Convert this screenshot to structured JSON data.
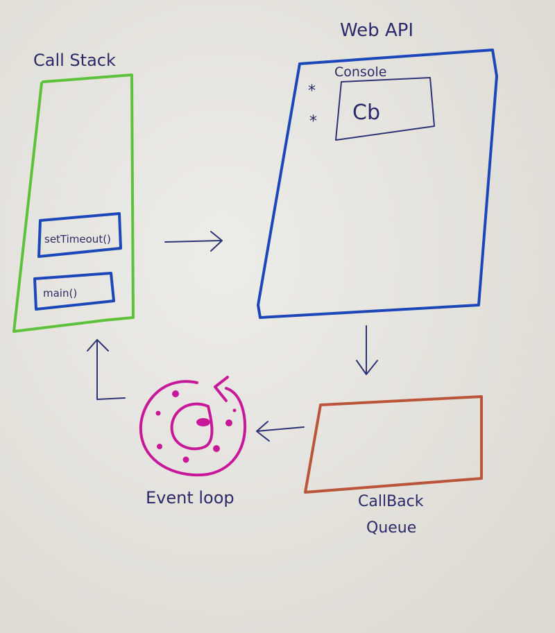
{
  "diagram": {
    "call_stack": {
      "title": "Call Stack",
      "frames": [
        "setTimeout()",
        "main()"
      ]
    },
    "web_api": {
      "title": "Web API",
      "items": [
        "Console",
        "Cb"
      ],
      "bullet": "*"
    },
    "callback_queue": {
      "title_line1": "CallBack",
      "title_line2": "Queue"
    },
    "event_loop": {
      "title": "Event loop"
    },
    "colors": {
      "call_stack": "#5cc23c",
      "web_api": "#1c47b8",
      "callback_queue": "#b8553a",
      "event_loop": "#c8189a",
      "text": "#2a2a6a"
    }
  }
}
